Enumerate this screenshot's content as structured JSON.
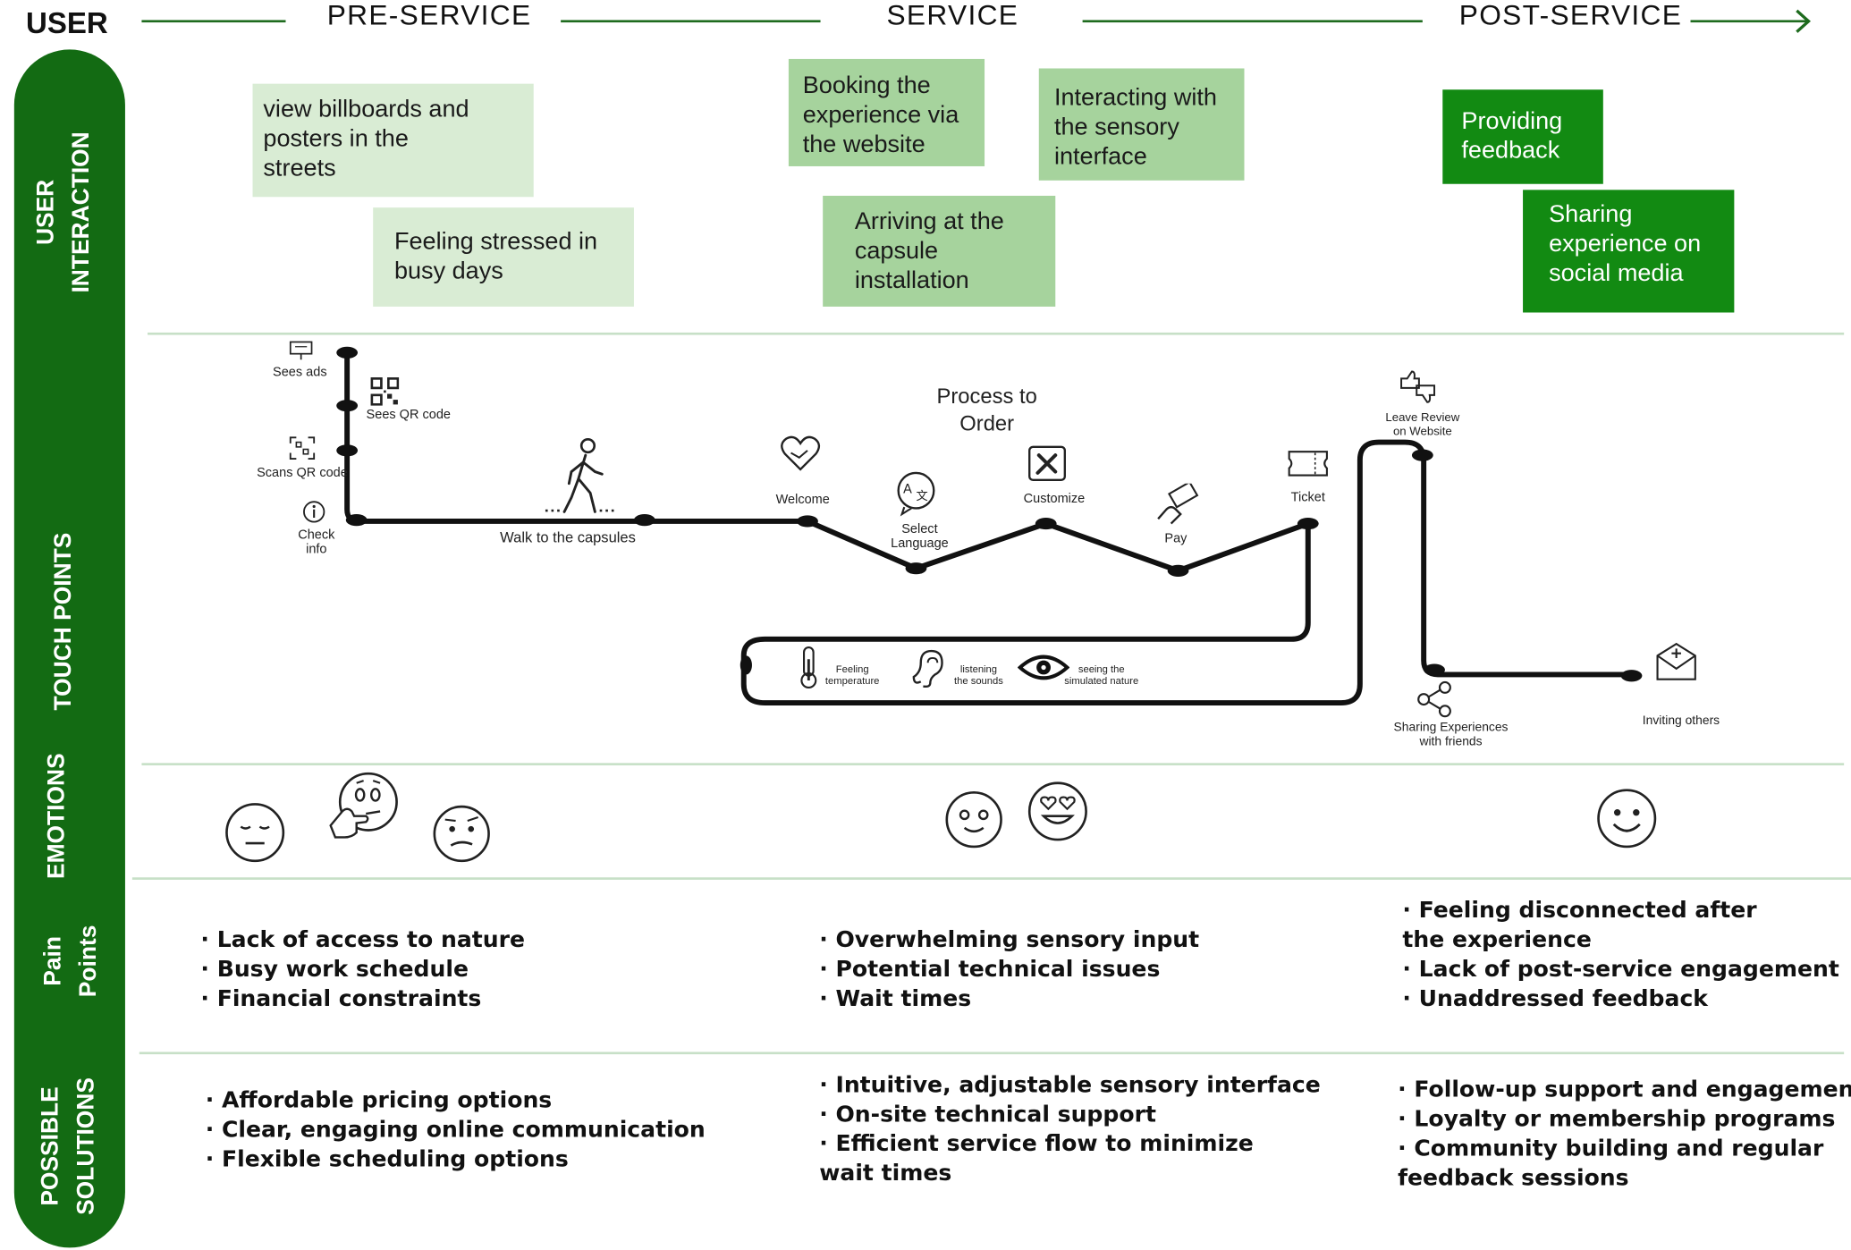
{
  "header": {
    "user_label": "USER",
    "phases": [
      "PRE-SERVICE",
      "SERVICE",
      "POST-SERVICE"
    ]
  },
  "lanes": [
    "USER\nINTERACTION",
    "TOUCH POINTS",
    "EMOTIONS",
    "Pain\nPoints",
    "POSSIBLE\nSOLUTIONS"
  ],
  "user_interactions": [
    "view billboards and\nposters in the\nstreets",
    "Feeling stressed in\nbusy days",
    "Booking the\nexperience via\nthe website",
    "Arriving at the\ncapsule\ninstallation",
    "Interacting with\nthe sensory\ninterface",
    "Providing\nfeedback",
    "Sharing\nexperience on\nsocial media"
  ],
  "touch_points": {
    "process_label": "Process to\nOrder",
    "items": [
      "Sees ads",
      "Sees  QR code",
      "Scans QR code",
      "Check\ninfo",
      "Walk to the capsules",
      "Welcome",
      "Select\nLanguage",
      "Customize",
      "Pay",
      "Ticket",
      "Feeling\ntemperature",
      "listening\nthe sounds",
      "seeing the\nsimulated nature",
      "Leave Review\non Website",
      "Sharing Experiences\nwith friends",
      "Inviting others"
    ]
  },
  "emotions": {
    "pre_service": [
      "neutral-face",
      "thinking-face",
      "confused-face"
    ],
    "service": [
      "pleased-face",
      "heart-eyes-face"
    ],
    "post_service": [
      "smiling-face"
    ]
  },
  "pain_points": {
    "pre_service": [
      "· Lack of access to nature",
      "· Busy work schedule",
      "· Financial constraints"
    ],
    "service": [
      "· Overwhelming sensory input",
      "· Potential technical issues",
      "· Wait times"
    ],
    "post_service": [
      "· Feeling disconnected after",
      "the experience",
      "· Lack of post-service engagement",
      "· Unaddressed feedback"
    ]
  },
  "solutions": {
    "pre_service": [
      "· Affordable pricing options",
      "· Clear, engaging online communication",
      "· Flexible scheduling options"
    ],
    "service": [
      "· Intuitive, adjustable sensory interface",
      "· On-site technical support",
      "· Efficient service flow to minimize",
      "wait times"
    ],
    "post_service": [
      "· Follow-up support and engagement",
      "· Loyalty or membership programs",
      "· Community building and regular",
      "feedback sessions"
    ]
  },
  "colors": {
    "sidebar_green": "#136b13",
    "card_light": "#d9ecd4",
    "card_mid": "#a6d39d",
    "card_dark": "#128a12",
    "separator": "#c7e0c7"
  }
}
